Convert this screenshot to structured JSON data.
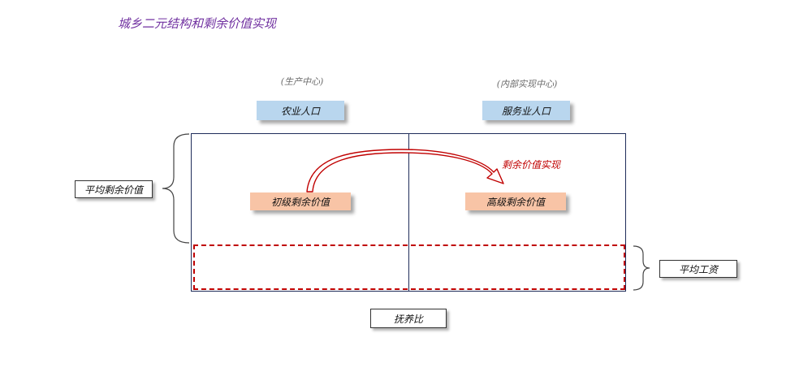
{
  "title": "城乡二元结构和剩余价值实现",
  "columns": {
    "left": {
      "caption": "(生产中心)",
      "header": "农业人口"
    },
    "right": {
      "caption": "(内部实现中心)",
      "header": "服务业人口"
    }
  },
  "labels": {
    "primary_surplus": "初级剩余价值",
    "advanced_surplus": "高级剩余价值",
    "realization": "剩余价值实现",
    "avg_surplus": "平均剩余价值",
    "avg_wage": "平均工资",
    "dependency_ratio": "抚养比"
  },
  "colors": {
    "title": "#7030a0",
    "header_fill": "#b9d6ee",
    "surplus_fill": "#f8c4a6",
    "accent_red": "#c00000",
    "frame": "#1f2d5a"
  }
}
